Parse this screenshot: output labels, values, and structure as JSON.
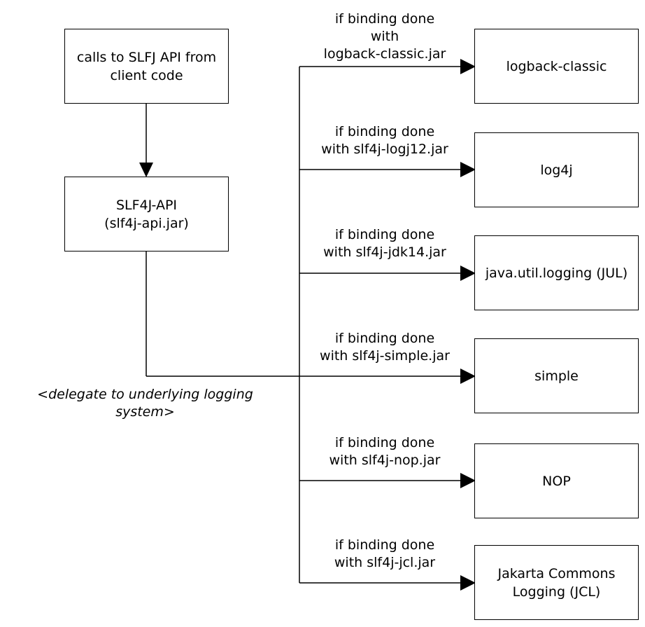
{
  "client_box": {
    "text": "calls to SLFJ API from\nclient code"
  },
  "api_box": {
    "text": "SLF4J-API\n(slf4j-api.jar)"
  },
  "delegate_note": "<delegate to underlying logging\nsystem>",
  "bindings": [
    {
      "condition": "if binding done\nwith\nlogback-classic.jar",
      "target": "logback-classic"
    },
    {
      "condition": "if binding done\nwith slf4j-logj12.jar",
      "target": "log4j"
    },
    {
      "condition": "if binding done\nwith slf4j-jdk14.jar",
      "target": "java.util.logging (JUL)"
    },
    {
      "condition": "if binding done\nwith slf4j-simple.jar",
      "target": "simple"
    },
    {
      "condition": "if binding done\nwith slf4j-nop.jar",
      "target": "NOP"
    },
    {
      "condition": "if binding done\nwith slf4j-jcl.jar",
      "target": "Jakarta Commons\nLogging (JCL)"
    }
  ]
}
